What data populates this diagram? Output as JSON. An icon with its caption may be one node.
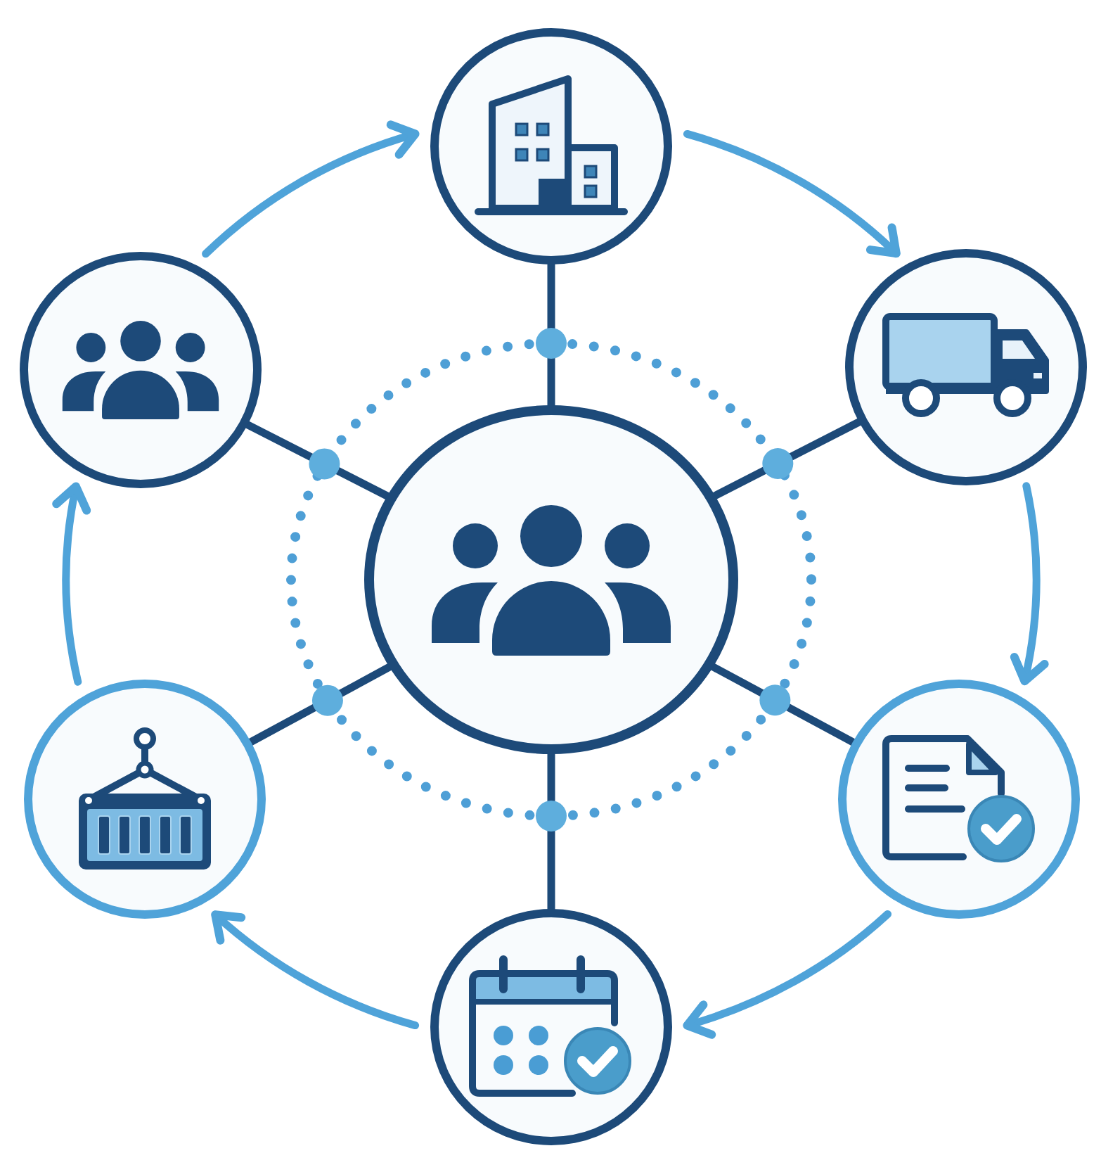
{
  "diagram": {
    "nodes": [
      {
        "text": [],
        "shape": "circle"
      },
      {
        "text": [],
        "shape": "circle"
      },
      {
        "text": [],
        "shape": "circle"
      },
      {
        "text": [],
        "shape": "circle"
      },
      {
        "text": [],
        "shape": "circle"
      },
      {
        "text": [],
        "shape": "circle"
      },
      {
        "text": [],
        "shape": "circle"
      }
    ],
    "edges": [
      {
        "from": 1,
        "to": 2,
        "arrow": "to",
        "color": "#4fa3d9"
      },
      {
        "from": 2,
        "to": 3,
        "arrow": "to",
        "color": "#4fa3d9"
      },
      {
        "from": 3,
        "to": 4,
        "arrow": "to",
        "color": "#4fa3d9"
      },
      {
        "from": 4,
        "to": 5,
        "arrow": "to",
        "color": "#4fa3d9"
      },
      {
        "from": 5,
        "to": 6,
        "arrow": "to",
        "color": "#4fa3d9"
      },
      {
        "from": 6,
        "to": 1,
        "arrow": "to",
        "color": "#4fa3d9"
      },
      {
        "from": 0,
        "to": 1,
        "arrow": "none",
        "color": "#1d4a79"
      },
      {
        "from": 0,
        "to": 2,
        "arrow": "none",
        "color": "#1d4a79"
      },
      {
        "from": 0,
        "to": 3,
        "arrow": "none",
        "color": "#1d4a79"
      },
      {
        "from": 0,
        "to": 4,
        "arrow": "none",
        "color": "#1d4a79"
      },
      {
        "from": 0,
        "to": 5,
        "arrow": "none",
        "color": "#1d4a79"
      },
      {
        "from": 0,
        "to": 6,
        "arrow": "none",
        "color": "#1d4a79"
      }
    ]
  }
}
